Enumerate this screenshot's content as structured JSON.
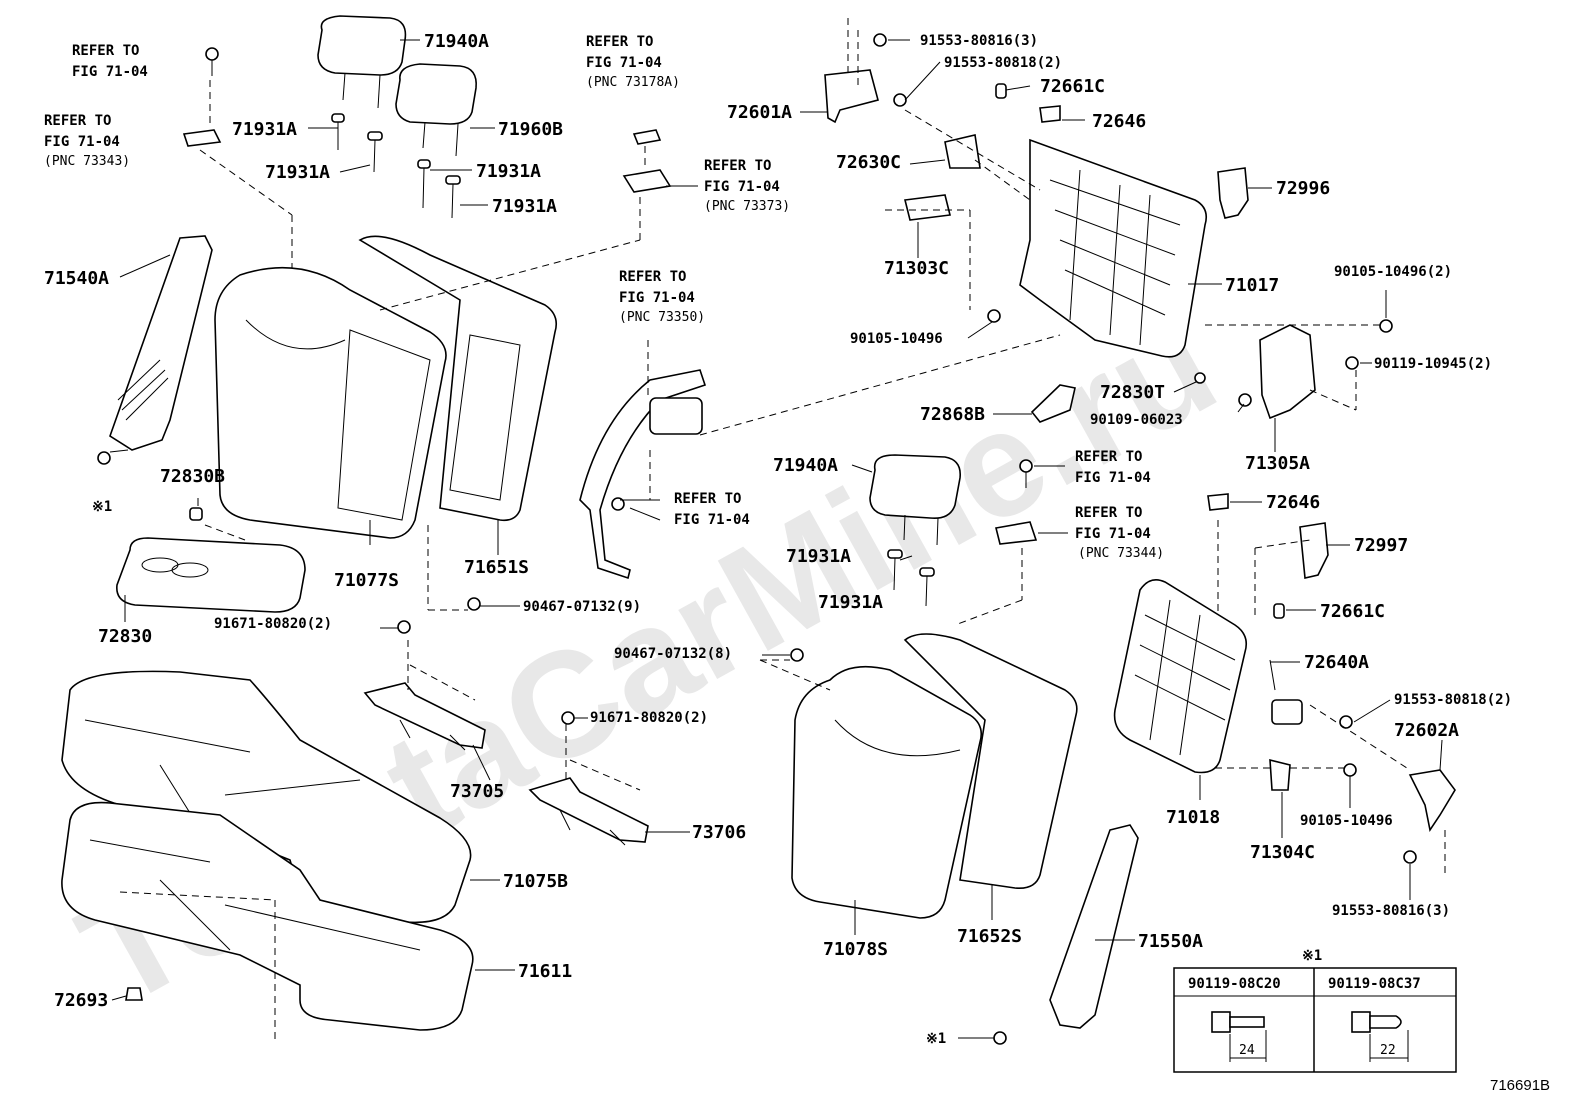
{
  "watermark": "ToyotaCarMine.ru",
  "figure_id": "716691B",
  "note_symbol": "※1",
  "labels": {
    "ref_a1": "REFER TO",
    "ref_a2": "FIG 71-04",
    "ref_b1": "REFER TO",
    "ref_b2": "FIG 71-04",
    "ref_b3": "(PNC 73343)",
    "ref_c1": "REFER TO",
    "ref_c2": "FIG 71-04",
    "ref_c3": "(PNC 73178A)",
    "ref_d1": "REFER TO",
    "ref_d2": "FIG 71-04",
    "ref_d3": "(PNC 73373)",
    "ref_e1": "REFER TO",
    "ref_e2": "FIG 71-04",
    "ref_e3": "(PNC 73350)",
    "ref_f1": "REFER TO",
    "ref_f2": "FIG 71-04",
    "ref_g1": "REFER TO",
    "ref_g2": "FIG 71-04",
    "ref_h1": "REFER TO",
    "ref_h2": "FIG 71-04",
    "ref_h3": "(PNC 73344)",
    "p71940A_1": "71940A",
    "p71960B": "71960B",
    "p71931A_1": "71931A",
    "p71931A_2": "71931A",
    "p71931A_3": "71931A",
    "p71931A_4": "71931A",
    "p71931A_5": "71931A",
    "p71931A_6": "71931A",
    "p71540A": "71540A",
    "p72830B": "72830B",
    "p72830": "72830",
    "p71077S": "71077S",
    "p71651S": "71651S",
    "p91553_80816_a": "91553-80816(3)",
    "p91553_80818_a": "91553-80818(2)",
    "p72661C_a": "72661C",
    "p72601A": "72601A",
    "p72646_a": "72646",
    "p72630C": "72630C",
    "p72996": "72996",
    "p71303C": "71303C",
    "p71017": "71017",
    "p90105_10496_a": "90105-10496",
    "p90105_10496_2": "90105-10496(2)",
    "p90119_10945": "90119-10945(2)",
    "p72830T": "72830T",
    "p72868B": "72868B",
    "p90109_06023": "90109-06023",
    "p71305A": "71305A",
    "p71940A_2": "71940A",
    "p72646_b": "72646",
    "p72997": "72997",
    "p72661C_b": "72661C",
    "p72640A": "72640A",
    "p91553_80818_b": "91553-80818(2)",
    "p72602A": "72602A",
    "p71018": "71018",
    "p90105_10496_b": "90105-10496",
    "p71304C": "71304C",
    "p91553_80816_b": "91553-80816(3)",
    "p90467_07132_9": "90467-07132(9)",
    "p90467_07132_8": "90467-07132(8)",
    "p91671_80820_a": "91671-80820(2)",
    "p91671_80820_b": "91671-80820(2)",
    "p73705": "73705",
    "p73706": "73706",
    "p71075B": "71075B",
    "p71611": "71611",
    "p72693": "72693",
    "p71078S": "71078S",
    "p71652S": "71652S",
    "p71550A": "71550A"
  },
  "legend": {
    "mark": "※1",
    "col1": "90119-08C20",
    "col2": "90119-08C37",
    "dim1": "24",
    "dim2": "22"
  }
}
